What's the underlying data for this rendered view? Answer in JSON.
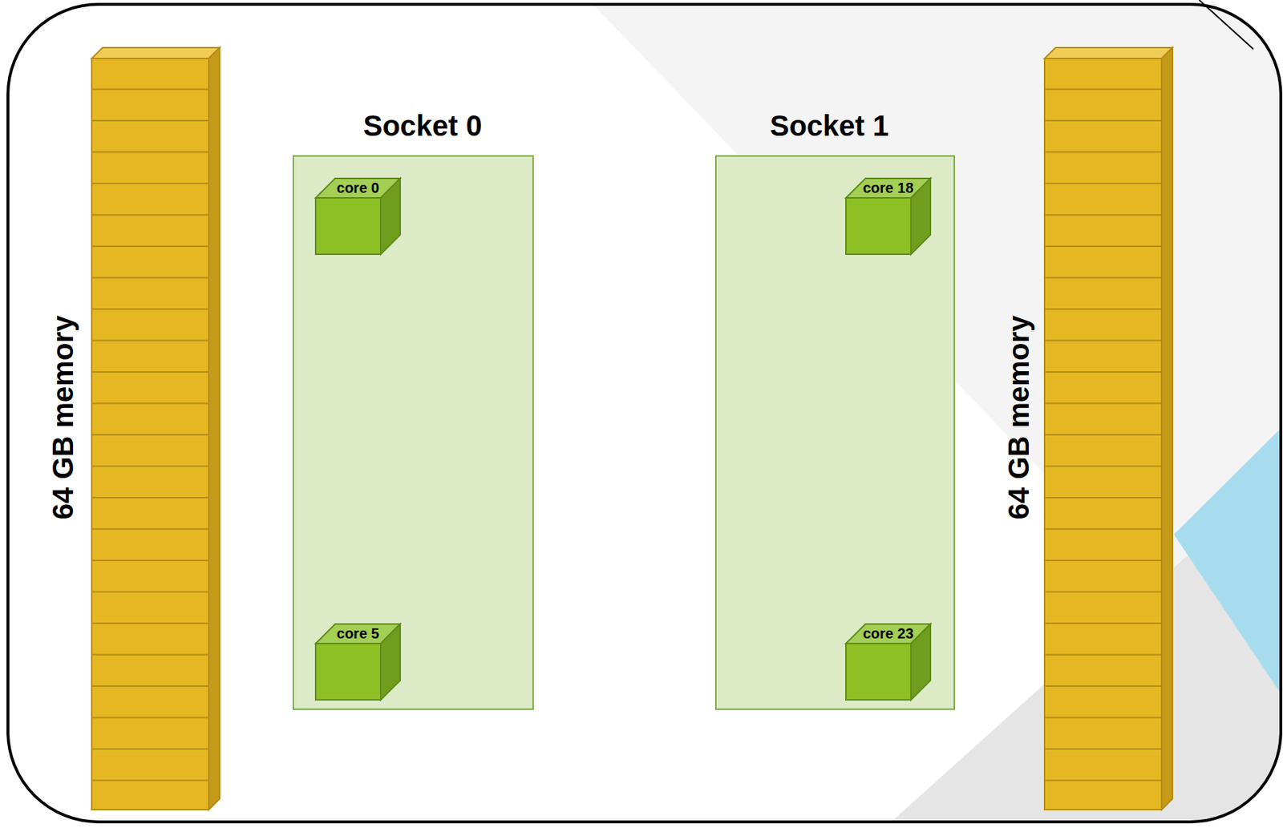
{
  "diagram": {
    "nodes": [
      {
        "text": [
          "64 GB memory"
        ]
      },
      {
        "text": [
          "Socket 0"
        ]
      },
      {
        "text": [
          "core 0"
        ],
        "in": 1
      },
      {
        "text": [
          "core 5"
        ],
        "in": 1
      },
      {
        "text": [
          "Socket 1"
        ]
      },
      {
        "text": [
          "core 18"
        ],
        "in": 4
      },
      {
        "text": [
          "core 23"
        ],
        "in": 4
      },
      {
        "text": [
          "64 GB memory"
        ]
      }
    ]
  }
}
